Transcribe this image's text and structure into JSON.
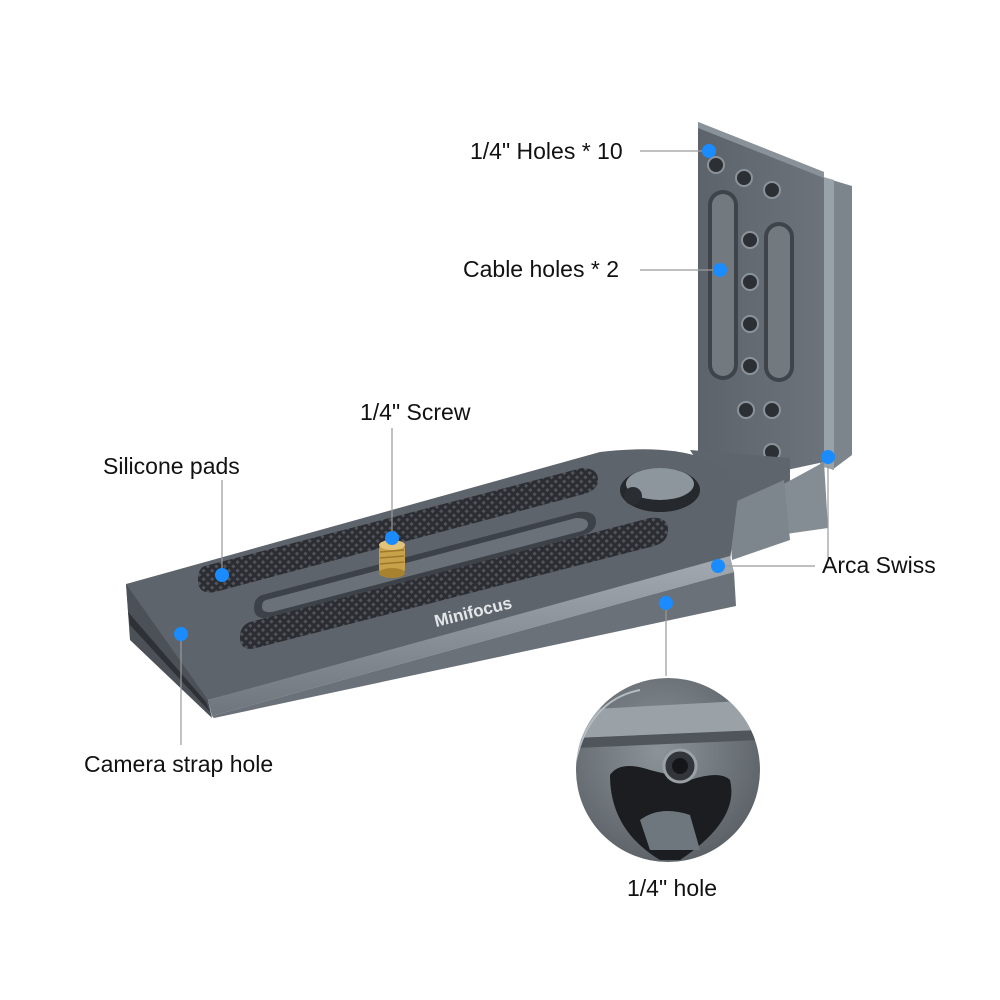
{
  "brand": "Minifocus",
  "colors": {
    "dot": "#1a8cff",
    "leader": "#9a9a9a",
    "plate_top": "#626870",
    "plate_side": "#8b939b",
    "knurl": "#2e3035",
    "brass": "#c9a14a"
  },
  "callouts": {
    "holes": "1/4\" Holes * 10",
    "cable_holes": "Cable holes * 2",
    "screw": "1/4\" Screw",
    "silicone_pads": "Silicone pads",
    "arca_swiss": "Arca Swiss",
    "camera_strap_hole": "Camera strap hole",
    "hole_detail": "1/4\" hole"
  }
}
